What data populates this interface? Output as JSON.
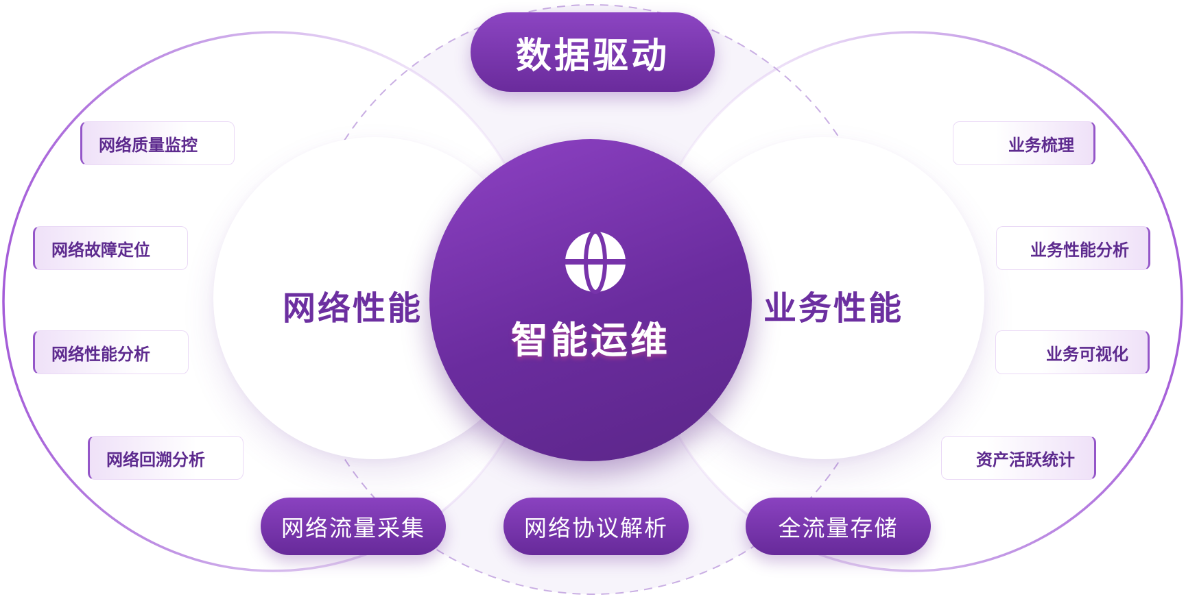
{
  "header": {
    "title": "数据驱动"
  },
  "left_panel": {
    "title": "网络性能",
    "items": [
      {
        "label": "网络质量监控"
      },
      {
        "label": "网络故障定位"
      },
      {
        "label": "网络性能分析"
      },
      {
        "label": "网络回溯分析"
      }
    ]
  },
  "center": {
    "title": "智能运维",
    "icon": "globe-icon"
  },
  "right_panel": {
    "title": "业务性能",
    "items": [
      {
        "label": "业务梳理"
      },
      {
        "label": "业务性能分析"
      },
      {
        "label": "业务可视化"
      },
      {
        "label": "资产活跃统计"
      }
    ]
  },
  "foundation": {
    "items": [
      {
        "label": "网络流量采集"
      },
      {
        "label": "网络协议解析"
      },
      {
        "label": "全流量存储"
      }
    ]
  },
  "colors": {
    "primary": "#7b35b0",
    "primary_dark": "#5b2688",
    "text_purple": "#6c2fa0",
    "ring": "#b77ee0"
  }
}
